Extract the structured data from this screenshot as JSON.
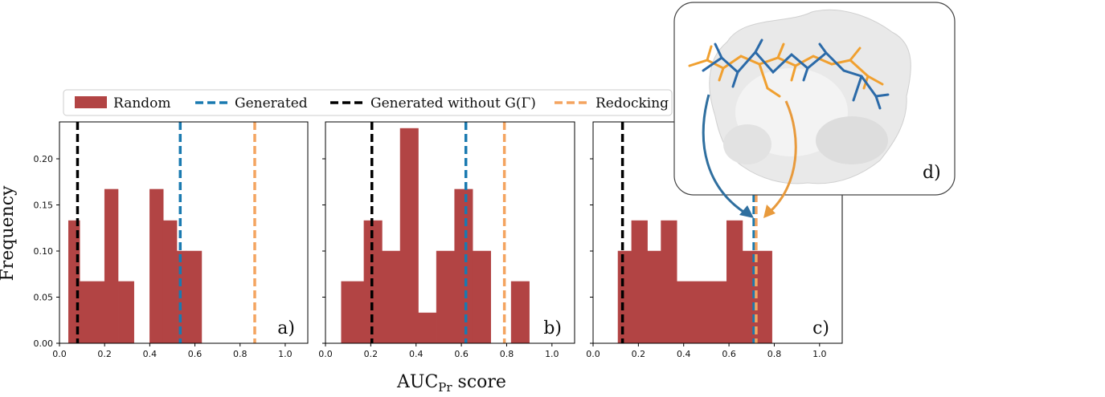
{
  "figure": {
    "ylabel": "Frequency",
    "xlabel_main": "AUC",
    "xlabel_sub": "Pr",
    "xlabel_rest": " score"
  },
  "legend": {
    "items": [
      {
        "label": "Random",
        "kind": "patch",
        "color": "#b24444"
      },
      {
        "label": "Generated",
        "kind": "dash",
        "color": "#1f77b4"
      },
      {
        "label": "Generated without G(Γ)",
        "kind": "dash",
        "color": "#000000"
      },
      {
        "label": "Redocking",
        "kind": "dash",
        "color": "#f4a460"
      }
    ]
  },
  "inset": {
    "label": "d)",
    "protein_color": "#e8e8e8",
    "generated_ligand_color": "#2b6aa8",
    "redocked_ligand_color": "#f0a030"
  },
  "chart_data": [
    {
      "type": "bar",
      "panel_label": "a)",
      "xlim": [
        0.0,
        1.1
      ],
      "ylim": [
        0.0,
        0.24
      ],
      "xticks": [
        "0.0",
        "0.2",
        "0.4",
        "0.6",
        "0.8",
        "1.0"
      ],
      "yticks": [
        "0.00",
        "0.05",
        "0.10",
        "0.15",
        "0.20"
      ],
      "histogram_color": "#b24444",
      "bins": [
        {
          "x0": 0.04,
          "x1": 0.09,
          "value": 0.133
        },
        {
          "x0": 0.09,
          "x1": 0.2,
          "value": 0.067
        },
        {
          "x0": 0.2,
          "x1": 0.26,
          "value": 0.167
        },
        {
          "x0": 0.26,
          "x1": 0.33,
          "value": 0.067
        },
        {
          "x0": 0.4,
          "x1": 0.46,
          "value": 0.167
        },
        {
          "x0": 0.46,
          "x1": 0.52,
          "value": 0.133
        },
        {
          "x0": 0.52,
          "x1": 0.56,
          "value": 0.1
        },
        {
          "x0": 0.56,
          "x1": 0.63,
          "value": 0.1
        }
      ],
      "vlines": [
        {
          "name": "Generated without G(Γ)",
          "x": 0.08,
          "color": "#000000"
        },
        {
          "name": "Generated",
          "x": 0.535,
          "color": "#1a7ab0"
        },
        {
          "name": "Redocking",
          "x": 0.865,
          "color": "#f4a460"
        }
      ]
    },
    {
      "type": "bar",
      "panel_label": "b)",
      "xlim": [
        0.0,
        1.1
      ],
      "ylim": [
        0.0,
        0.24
      ],
      "xticks": [
        "0.0",
        "0.2",
        "0.4",
        "0.6",
        "0.8",
        "1.0"
      ],
      "yticks": [
        "0.00",
        "0.05",
        "0.10",
        "0.15",
        "0.20"
      ],
      "histogram_color": "#b24444",
      "bins": [
        {
          "x0": 0.07,
          "x1": 0.17,
          "value": 0.067
        },
        {
          "x0": 0.17,
          "x1": 0.25,
          "value": 0.133
        },
        {
          "x0": 0.25,
          "x1": 0.33,
          "value": 0.1
        },
        {
          "x0": 0.33,
          "x1": 0.41,
          "value": 0.233
        },
        {
          "x0": 0.41,
          "x1": 0.49,
          "value": 0.033
        },
        {
          "x0": 0.49,
          "x1": 0.57,
          "value": 0.1
        },
        {
          "x0": 0.57,
          "x1": 0.65,
          "value": 0.167
        },
        {
          "x0": 0.65,
          "x1": 0.73,
          "value": 0.1
        },
        {
          "x0": 0.82,
          "x1": 0.9,
          "value": 0.067
        }
      ],
      "vlines": [
        {
          "name": "Generated without G(Γ)",
          "x": 0.205,
          "color": "#000000"
        },
        {
          "name": "Generated",
          "x": 0.62,
          "color": "#1a7ab0"
        },
        {
          "name": "Redocking",
          "x": 0.79,
          "color": "#f4a460"
        }
      ]
    },
    {
      "type": "bar",
      "panel_label": "c)",
      "xlim": [
        0.0,
        1.1
      ],
      "ylim": [
        0.0,
        0.24
      ],
      "xticks": [
        "0.0",
        "0.2",
        "0.4",
        "0.6",
        "0.8",
        "1.0"
      ],
      "yticks": [
        "0.00",
        "0.05",
        "0.10",
        "0.15",
        "0.20"
      ],
      "histogram_color": "#b24444",
      "bins": [
        {
          "x0": 0.11,
          "x1": 0.17,
          "value": 0.1
        },
        {
          "x0": 0.17,
          "x1": 0.24,
          "value": 0.133
        },
        {
          "x0": 0.24,
          "x1": 0.3,
          "value": 0.1
        },
        {
          "x0": 0.3,
          "x1": 0.37,
          "value": 0.133
        },
        {
          "x0": 0.37,
          "x1": 0.59,
          "value": 0.067
        },
        {
          "x0": 0.59,
          "x1": 0.66,
          "value": 0.133
        },
        {
          "x0": 0.66,
          "x1": 0.72,
          "value": 0.1
        },
        {
          "x0": 0.72,
          "x1": 0.79,
          "value": 0.1
        }
      ],
      "vlines": [
        {
          "name": "Generated without G(Γ)",
          "x": 0.13,
          "color": "#000000"
        },
        {
          "name": "Generated",
          "x": 0.71,
          "color": "#1a7ab0"
        },
        {
          "name": "Redocking",
          "x": 0.72,
          "color": "#f4a460"
        }
      ]
    }
  ]
}
